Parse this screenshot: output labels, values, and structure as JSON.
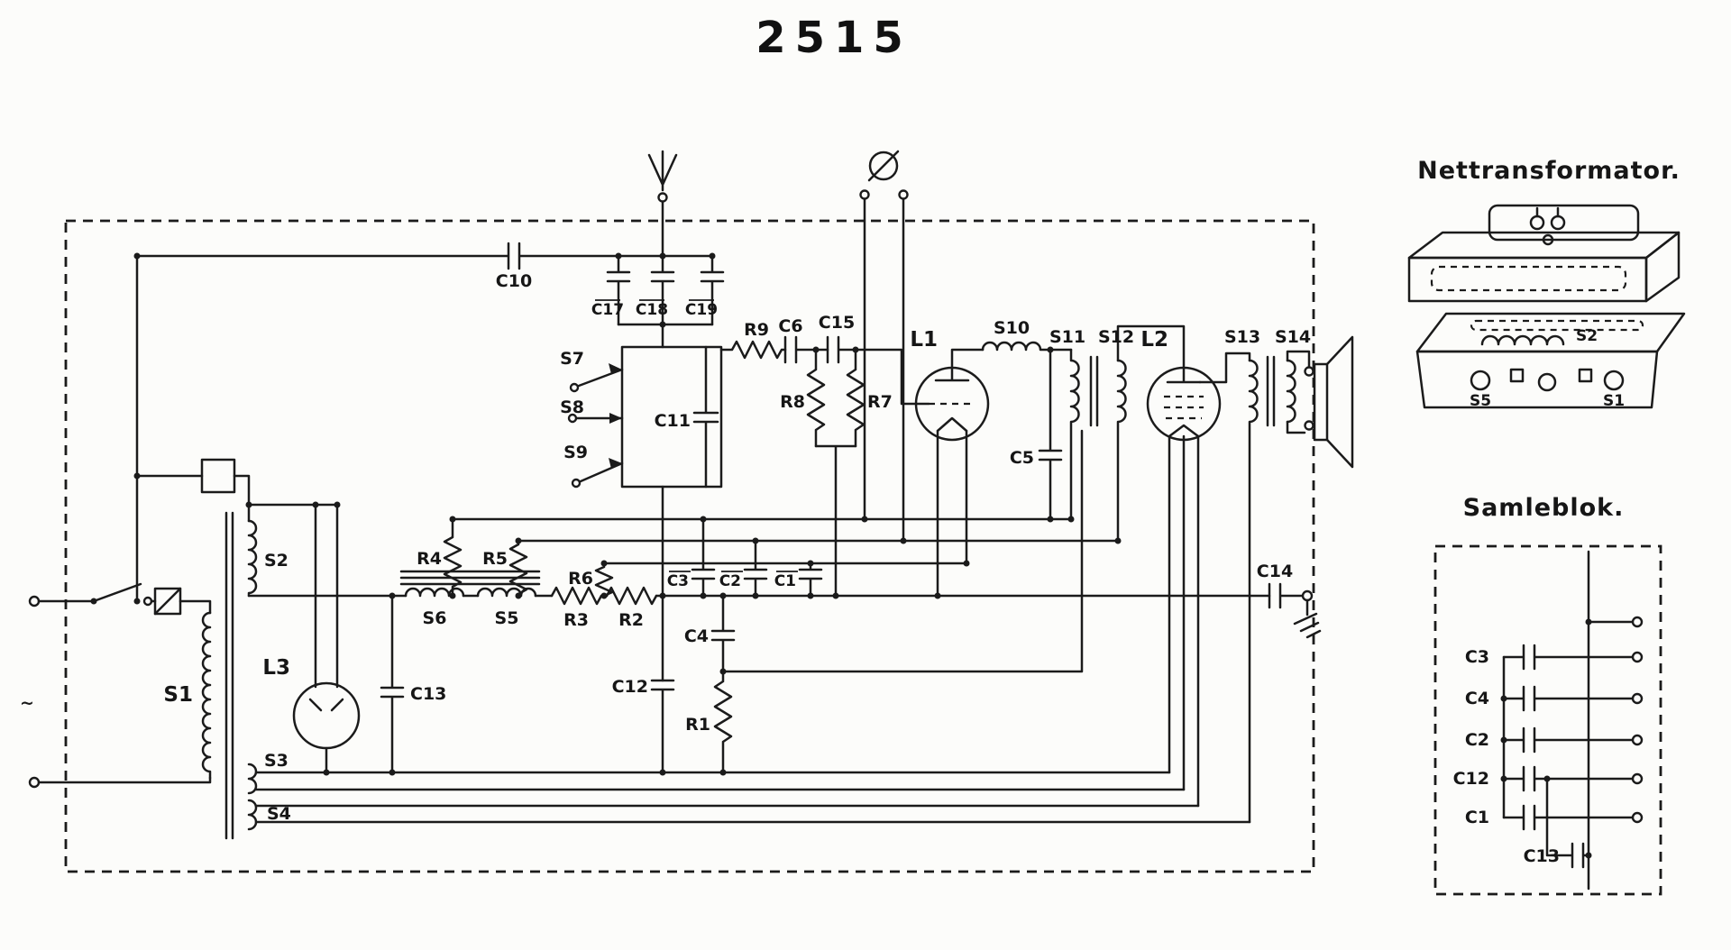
{
  "title": "2515",
  "schematic": {
    "mains_symbol": "~",
    "components": {
      "c10": "C10",
      "c17": "C17",
      "c18": "C18",
      "c19": "C19",
      "s7": "S7",
      "s8": "S8",
      "s9": "S9",
      "c11": "C11",
      "r9": "R9",
      "c6": "C6",
      "c15": "C15",
      "r8": "R8",
      "r7": "R7",
      "l1": "L1",
      "s10": "S10",
      "s11": "S11",
      "s12": "S12",
      "l2": "L2",
      "s13": "S13",
      "s14": "S14",
      "c5": "C5",
      "s1": "S1",
      "s2": "S2",
      "s3": "S3",
      "s4": "S4",
      "l3": "L3",
      "c13": "C13",
      "r4": "R4",
      "r5": "R5",
      "r6": "R6",
      "s6": "S6",
      "s5": "S5",
      "r3": "R3",
      "r2": "R2",
      "c3": "C3",
      "c2": "C2",
      "c1": "C1",
      "c4": "C4",
      "c12": "C12",
      "r1": "R1",
      "c14": "C14"
    }
  },
  "nettransformator": {
    "label": "Nettransformator.",
    "terminals": {
      "t1": "S2",
      "t2": "S5",
      "t3": "S1"
    }
  },
  "samleblok": {
    "label": "Samleblok.",
    "rows": [
      "C3",
      "C4",
      "C2",
      "C12",
      "C1"
    ],
    "bottom": "C13"
  }
}
